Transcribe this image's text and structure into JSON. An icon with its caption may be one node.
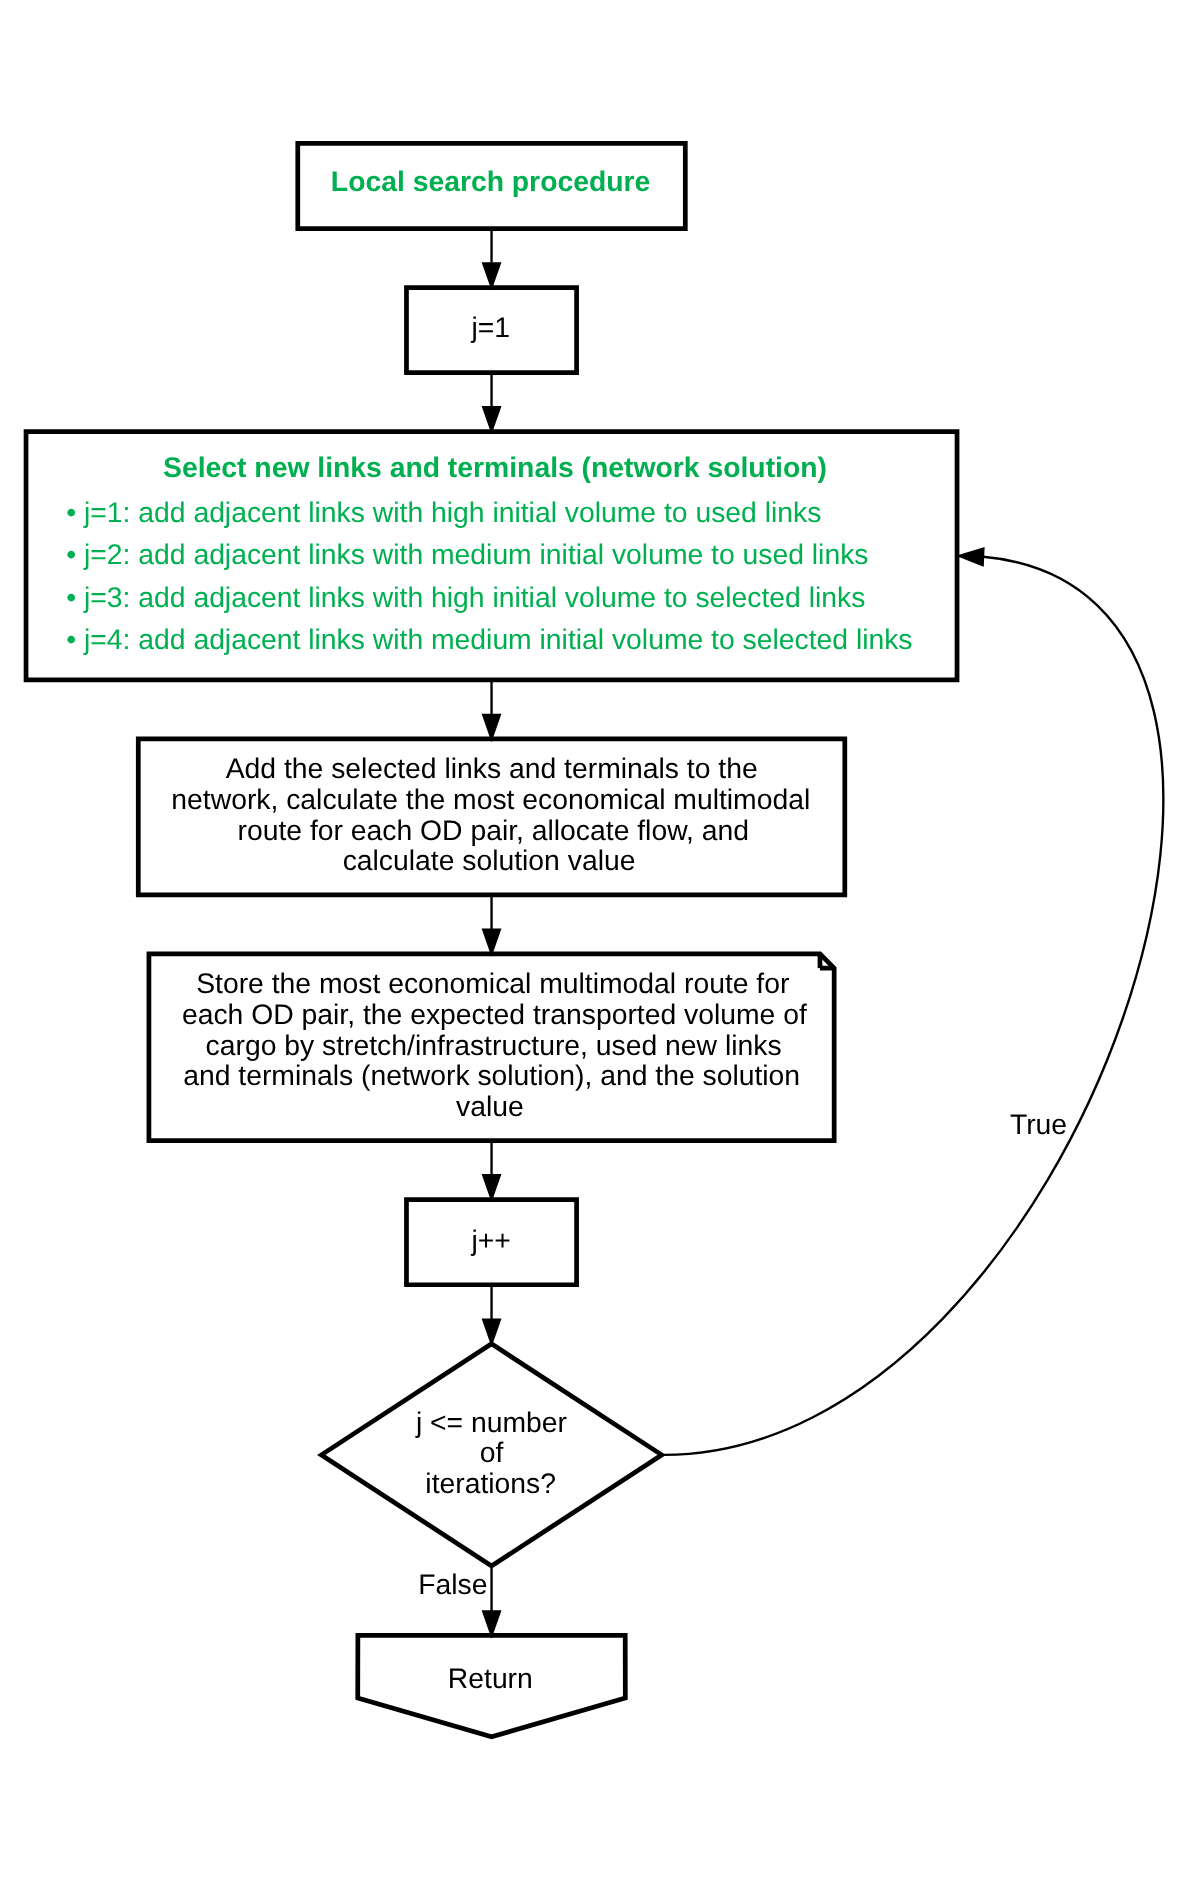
{
  "diagram": {
    "nodes": [
      {
        "text": [
          "Local search procedure"
        ]
      },
      {
        "text": [
          "j=1"
        ]
      },
      {
        "text": [
          "Select new links and terminals (network solution)",
          "• j=1: add adjacent links with high initial volume to used links",
          "• j=2: add adjacent links with medium initial volume to used links",
          "• j=3: add adjacent links with high initial volume to selected links",
          "• j=4: add adjacent links with medium initial volume to selected links"
        ]
      },
      {
        "text": [
          "Add the selected links and terminals to the network, calculate the most economical multimodal route for each OD pair, allocate flow, and calculate solution value"
        ]
      },
      {
        "text": [
          "Store the most economical multimodal route for each OD pair, the expected transported volume of cargo by stretch/infrastructure, used new links and terminals (network solution), and the solution value"
        ]
      },
      {
        "text": [
          "j++"
        ]
      },
      {
        "text": [
          "j <= number of iterations?"
        ]
      },
      {
        "text": [
          "Return"
        ]
      }
    ],
    "edges": [
      {
        "from": 0,
        "to": 1,
        "arrow": "to"
      },
      {
        "from": 1,
        "to": 2,
        "arrow": "to"
      },
      {
        "from": 2,
        "to": 3,
        "arrow": "to"
      },
      {
        "from": 3,
        "to": 4,
        "arrow": "to"
      },
      {
        "from": 4,
        "to": 5,
        "arrow": "to"
      },
      {
        "from": 5,
        "to": 6,
        "arrow": "to"
      },
      {
        "from": 6,
        "to": 2,
        "arrow": "to",
        "label": "True"
      },
      {
        "from": 6,
        "to": 7,
        "arrow": "to",
        "label": "False"
      }
    ]
  }
}
